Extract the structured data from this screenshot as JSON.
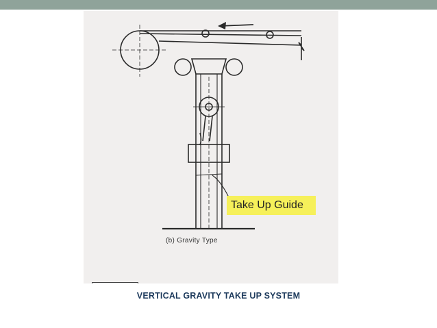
{
  "labels": {
    "callout": "Take Up Guide",
    "subfigure": "(b) Gravity Type",
    "caption": "VERTICAL GRAVITY TAKE UP  SYSTEM"
  },
  "colors": {
    "header_bar": "#8fa39a",
    "callout_highlight": "#f6f05a",
    "caption_text": "#1d3a5c",
    "ink": "#2a2a2a"
  },
  "icons": {
    "direction_arrow": "left-arrow-icon",
    "break_symbol": "break-line-icon"
  }
}
